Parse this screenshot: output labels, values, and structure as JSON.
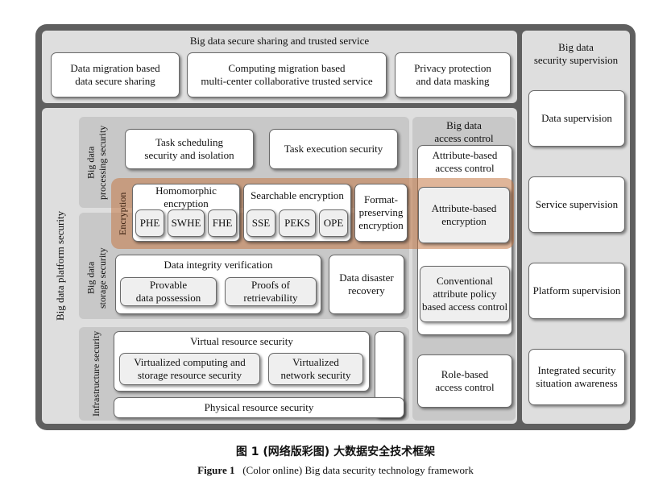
{
  "top_panel": {
    "title": "Big data secure sharing and trusted service",
    "items": [
      "Data migration based\ndata secure sharing",
      "Computing migration based\nmulti-center collaborative trusted service",
      "Privacy protection\nand data masking"
    ]
  },
  "supervision": {
    "title": "Big data\nsecurity supervision",
    "items": [
      "Data supervision",
      "Service supervision",
      "Platform supervision",
      "Integrated security\nsituation awareness"
    ]
  },
  "platform": {
    "label": "Big data platform security",
    "processing": {
      "label": "Big data\nprocessing security",
      "task_scheduling": "Task scheduling\nsecurity and isolation",
      "task_execution": "Task execution security"
    },
    "encryption": {
      "label": "Encryption",
      "homomorphic": {
        "title": "Homomorphic\nencryption",
        "items": [
          "PHE",
          "SWHE",
          "FHE"
        ]
      },
      "searchable": {
        "title": "Searchable encryption",
        "items": [
          "SSE",
          "PEKS",
          "OPE"
        ]
      },
      "format_preserving": "Format-\npreserving\nencryption"
    },
    "storage": {
      "label": "Big data\nstorage security",
      "integrity": {
        "title": "Data integrity verification",
        "items": [
          "Provable\ndata possession",
          "Proofs of\nretrievability"
        ]
      },
      "disaster": "Data disaster\nrecovery"
    },
    "infrastructure": {
      "label": "Infrastructure security",
      "virtual": {
        "title": "Virtual resource security",
        "items": [
          "Virtualized computing and\nstorage resource security",
          "Virtualized\nnetwork security"
        ]
      },
      "physical": "Physical resource security"
    }
  },
  "access_control": {
    "title": "Big data\naccess control",
    "attribute": {
      "title": "Attribute-based\naccess control",
      "encryption": "Attribute-based\nencryption",
      "conventional": "Conventional\nattribute policy\nbased access control"
    },
    "role": "Role-based\naccess control"
  },
  "caption": {
    "cn": "图 1  (网络版彩图) 大数据安全技术框架",
    "en_label": "Figure 1",
    "en_text": "(Color online) Big data security technology framework"
  }
}
